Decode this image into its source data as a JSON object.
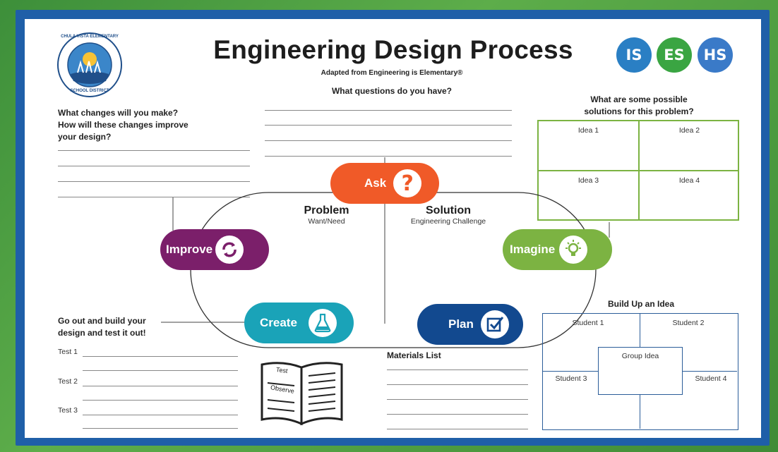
{
  "header": {
    "title": "Engineering Design Process",
    "subtitle": "Adapted from Engineering is Elementary®",
    "logo_text_top": "CHULA VISTA ELEMENTARY",
    "logo_text_bottom": "SCHOOL DISTRICT",
    "badges": [
      {
        "label": "IS",
        "color": "#2a7fc4"
      },
      {
        "label": "ES",
        "color": "#3aa542"
      },
      {
        "label": "HS",
        "color": "#3a7ac8"
      }
    ]
  },
  "ask_section": {
    "question": "What questions do you have?"
  },
  "improve_section": {
    "line1": "What changes will you make?",
    "line2": "How will these changes improve",
    "line3": "your design?"
  },
  "imagine_section": {
    "line1": "What are some possible",
    "line2": "solutions for this problem?",
    "ideas": [
      "Idea 1",
      "Idea 2",
      "Idea 3",
      "Idea 4"
    ]
  },
  "center": {
    "problem_title": "Problem",
    "problem_sub": "Want/Need",
    "solution_title": "Solution",
    "solution_sub": "Engineering Challenge"
  },
  "steps": {
    "ask": {
      "label": "Ask",
      "color": "#f05a28",
      "icon": "question-icon"
    },
    "imagine": {
      "label": "Imagine",
      "color": "#7cb342",
      "icon": "lightbulb-icon"
    },
    "plan": {
      "label": "Plan",
      "color": "#12498f",
      "icon": "checkbox-icon"
    },
    "create": {
      "label": "Create",
      "color": "#1aa3b8",
      "icon": "flask-icon"
    },
    "improve": {
      "label": "Improve",
      "color": "#7b1f6a",
      "icon": "cycle-arrows-icon"
    }
  },
  "create_section": {
    "line1": "Go out and build your",
    "line2": "design and test it out!",
    "tests": [
      "Test 1",
      "Test 2",
      "Test 3"
    ],
    "book_test": "Test",
    "book_observe": "Observe"
  },
  "plan_section": {
    "materials": "Materials List"
  },
  "build_section": {
    "title": "Build Up an Idea",
    "students": [
      "Student 1",
      "Student 2",
      "Student 3",
      "Student 4"
    ],
    "group": "Group Idea"
  },
  "colors": {
    "frame": "#1f5fa8",
    "idea_grid": "#7cb342",
    "build_grid": "#2b5d99"
  }
}
